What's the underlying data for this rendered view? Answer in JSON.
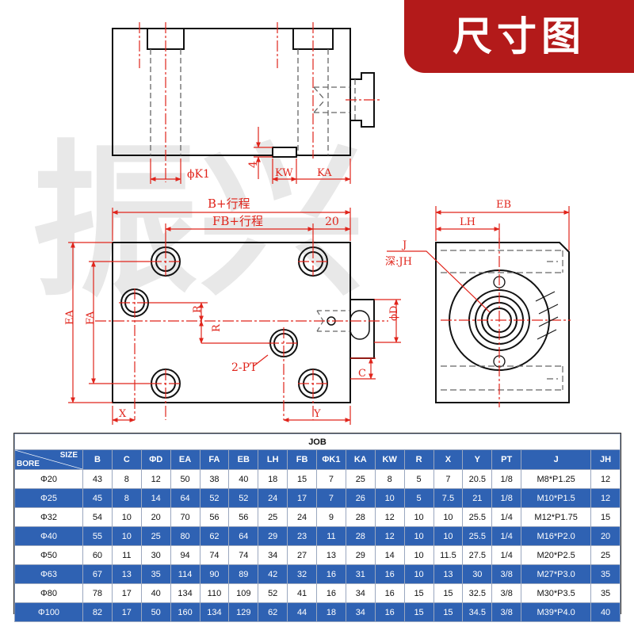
{
  "badge": {
    "title": "尺寸图"
  },
  "watermark": {
    "text": "振兴"
  },
  "top_view": {
    "labels": {
      "k1": "ϕK1",
      "four": "4",
      "kw": "KW",
      "ka": "KA"
    }
  },
  "front_view": {
    "labels": {
      "b_stroke": "B+行程",
      "fb_stroke": "FB+行程",
      "twenty": "20",
      "ea": "EA",
      "fa": "FA",
      "r_upper": "R",
      "r_lower": "R",
      "pt": "2-PT",
      "d": "ϕD",
      "c": "C",
      "x": "X",
      "y": "Y"
    }
  },
  "side_view": {
    "labels": {
      "eb": "EB",
      "lh": "LH",
      "j": "J",
      "jh": "深:JH"
    }
  },
  "table": {
    "title": "JOB",
    "size_label": "SIZE",
    "bore_label": "BORE",
    "columns": [
      "B",
      "C",
      "ΦD",
      "EA",
      "FA",
      "EB",
      "LH",
      "FB",
      "ΦK1",
      "KA",
      "KW",
      "R",
      "X",
      "Y",
      "PT",
      "J",
      "JH"
    ],
    "rows": [
      {
        "bore": "Φ20",
        "values": [
          "43",
          "8",
          "12",
          "50",
          "38",
          "40",
          "18",
          "15",
          "7",
          "25",
          "8",
          "5",
          "7",
          "20.5",
          "1/8",
          "M8*P1.25",
          "12"
        ]
      },
      {
        "bore": "Φ25",
        "values": [
          "45",
          "8",
          "14",
          "64",
          "52",
          "52",
          "24",
          "17",
          "7",
          "26",
          "10",
          "5",
          "7.5",
          "21",
          "1/8",
          "M10*P1.5",
          "12"
        ]
      },
      {
        "bore": "Φ32",
        "values": [
          "54",
          "10",
          "20",
          "70",
          "56",
          "56",
          "25",
          "24",
          "9",
          "28",
          "12",
          "10",
          "10",
          "25.5",
          "1/4",
          "M12*P1.75",
          "15"
        ]
      },
      {
        "bore": "Φ40",
        "values": [
          "55",
          "10",
          "25",
          "80",
          "62",
          "64",
          "29",
          "23",
          "11",
          "28",
          "12",
          "10",
          "10",
          "25.5",
          "1/4",
          "M16*P2.0",
          "20"
        ]
      },
      {
        "bore": "Φ50",
        "values": [
          "60",
          "11",
          "30",
          "94",
          "74",
          "74",
          "34",
          "27",
          "13",
          "29",
          "14",
          "10",
          "11.5",
          "27.5",
          "1/4",
          "M20*P2.5",
          "25"
        ]
      },
      {
        "bore": "Φ63",
        "values": [
          "67",
          "13",
          "35",
          "114",
          "90",
          "89",
          "42",
          "32",
          "16",
          "31",
          "16",
          "10",
          "13",
          "30",
          "3/8",
          "M27*P3.0",
          "35"
        ]
      },
      {
        "bore": "Φ80",
        "values": [
          "78",
          "17",
          "40",
          "134",
          "110",
          "109",
          "52",
          "41",
          "16",
          "34",
          "16",
          "15",
          "15",
          "32.5",
          "3/8",
          "M30*P3.5",
          "35"
        ]
      },
      {
        "bore": "Φ100",
        "values": [
          "82",
          "17",
          "50",
          "160",
          "134",
          "129",
          "62",
          "44",
          "18",
          "34",
          "16",
          "15",
          "15",
          "34.5",
          "3/8",
          "M39*P4.0",
          "40"
        ]
      }
    ]
  },
  "colors": {
    "accent": "#b31a1a",
    "header_blue": "#2f62b3",
    "dimension_red": "#e0241b",
    "outline": "#111111",
    "hidden": "#666666"
  }
}
